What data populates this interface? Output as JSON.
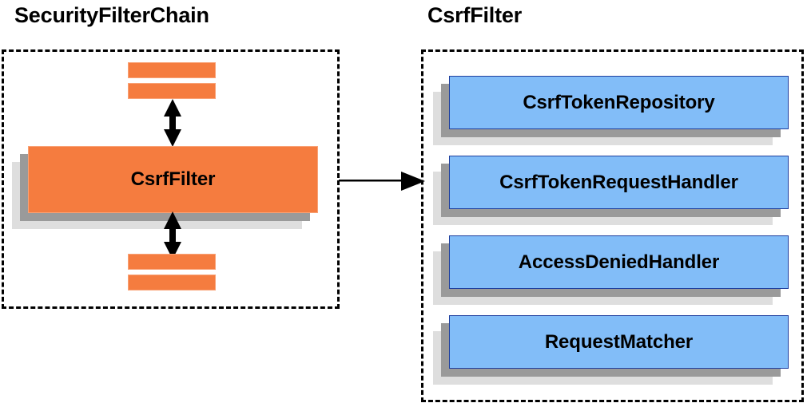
{
  "diagram": {
    "title_left": "SecurityFilterChain",
    "title_right": "CsrfFilter",
    "colors": {
      "orange_fill": "#f57c3f",
      "orange_border": "#f9a276",
      "blue_fill": "#82bdf8",
      "blue_border": "#1f3f9e",
      "shadow_dark": "#9a9a9a",
      "shadow_light": "#dedede",
      "outline": "#000000",
      "background": "#ffffff"
    }
  },
  "left_panel": {
    "title": "SecurityFilterChain",
    "main_box_label": "CsrfFilter",
    "filters_above": [
      "",
      ""
    ],
    "filters_below": [
      "",
      ""
    ],
    "arrow_up_name": "bidirectional-arrow-up",
    "arrow_down_name": "bidirectional-arrow-down"
  },
  "right_panel": {
    "title": "CsrfFilter",
    "components": [
      {
        "label": "CsrfTokenRepository"
      },
      {
        "label": "CsrfTokenRequestHandler"
      },
      {
        "label": "AccessDeniedHandler"
      },
      {
        "label": "RequestMatcher"
      }
    ]
  },
  "connector": {
    "name": "csrffilter-to-detail-arrow",
    "direction": "right"
  }
}
